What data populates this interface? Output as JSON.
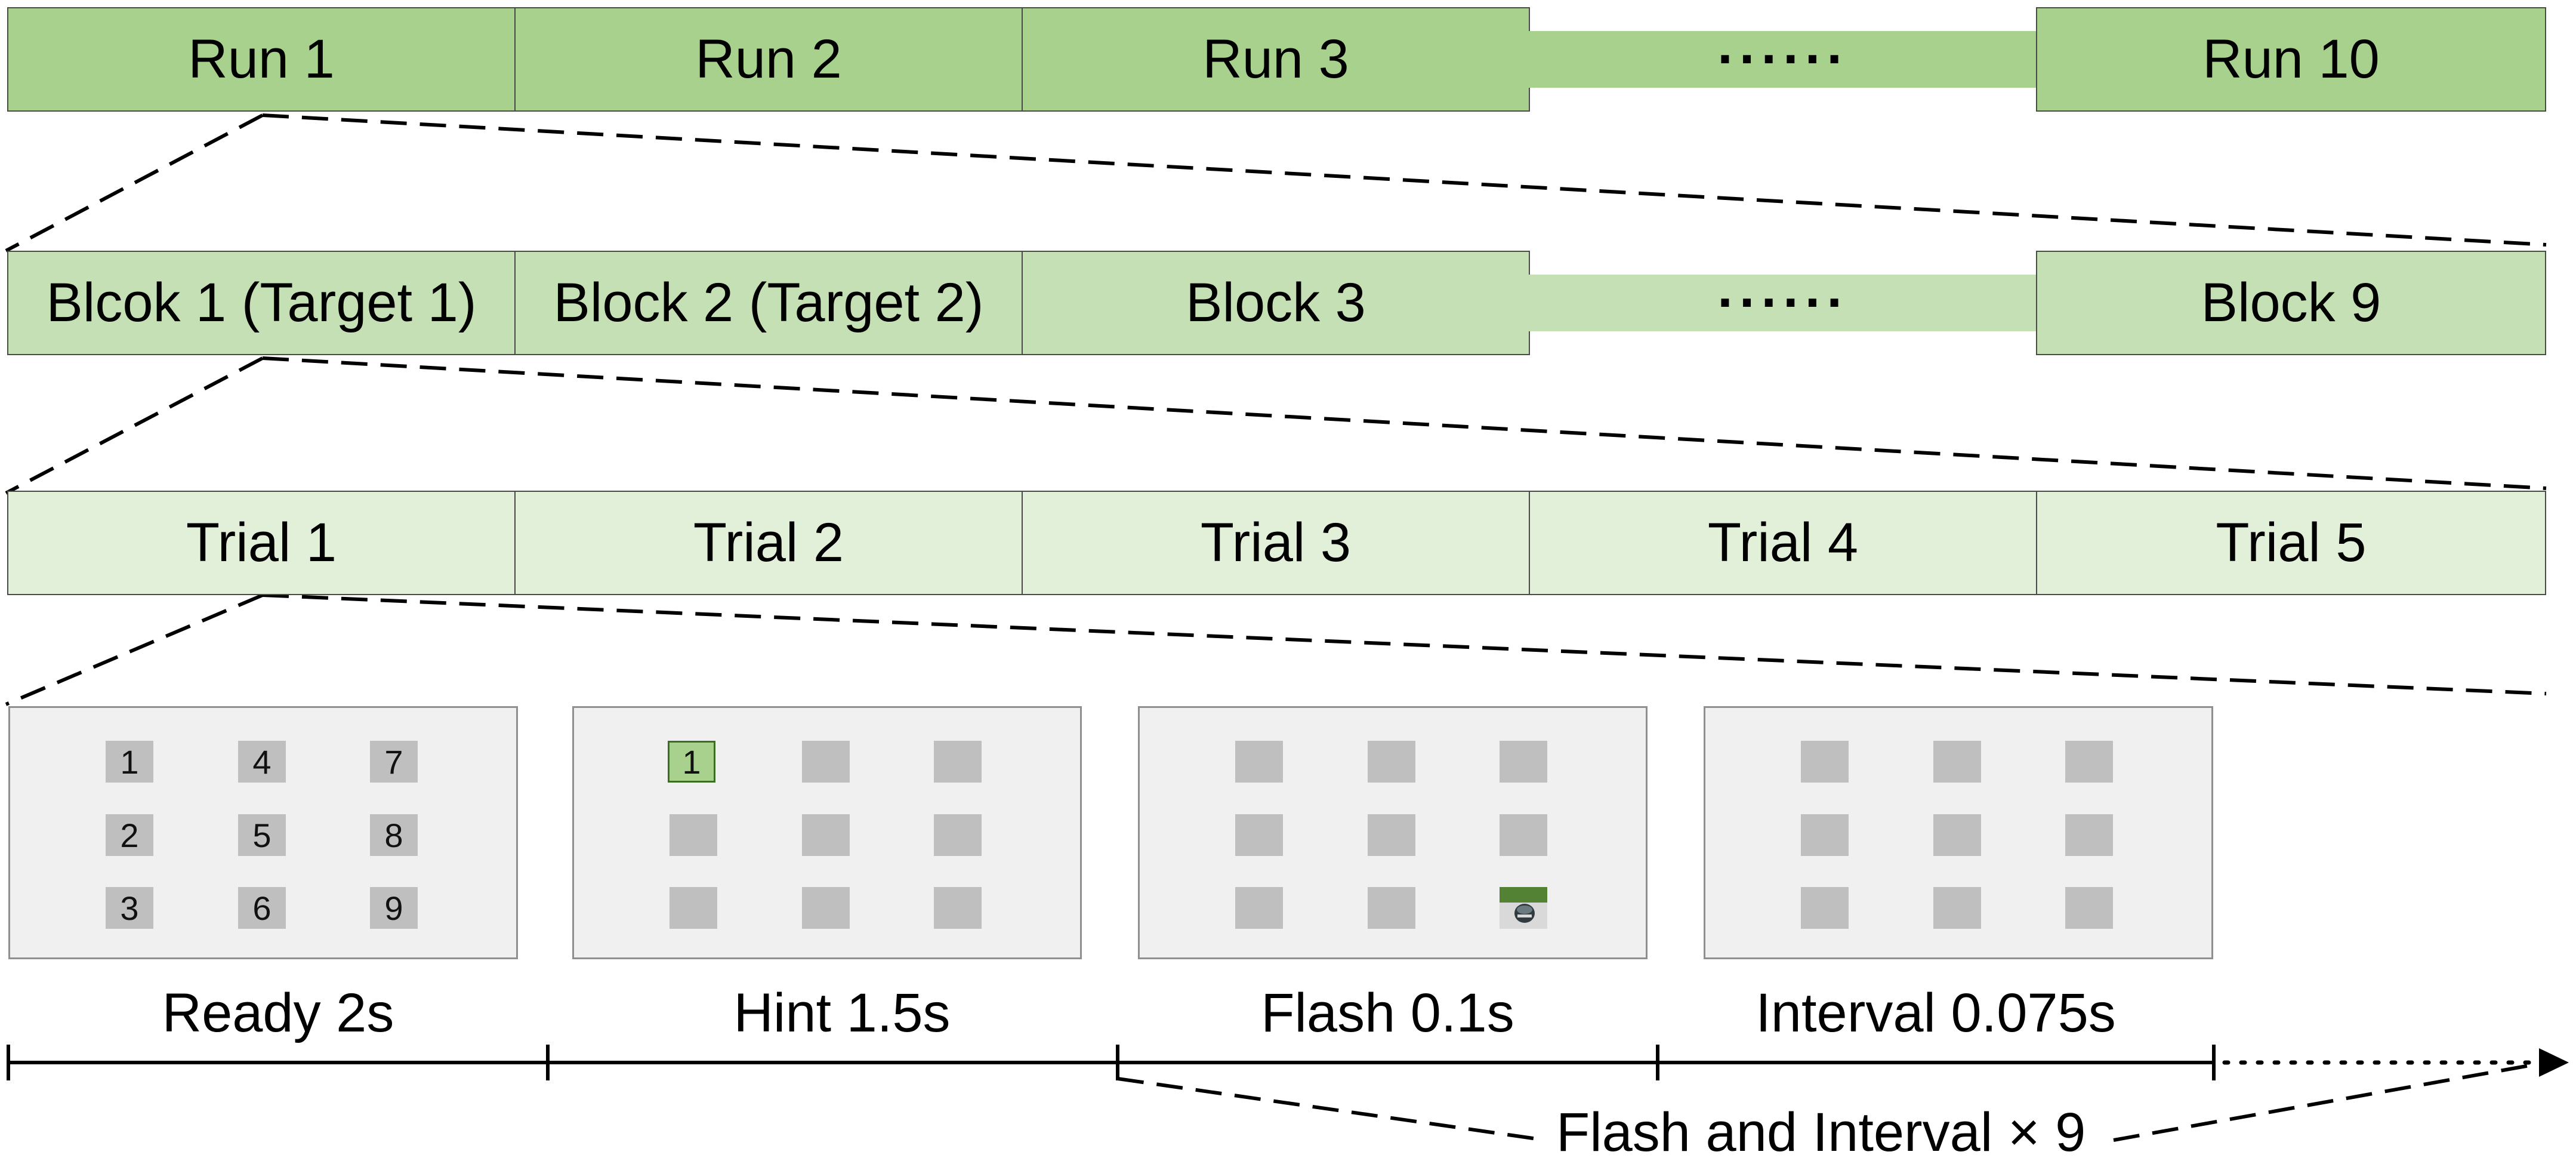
{
  "runs": [
    "Run 1",
    "Run 2",
    "Run 3",
    "Run 10"
  ],
  "runs_ellipsis": "······",
  "blocks": [
    "Blcok 1 (Target 1)",
    "Block 2 (Target 2)",
    "Block 3",
    "Block 9"
  ],
  "blocks_ellipsis": "······",
  "trials": [
    "Trial 1",
    "Trial 2",
    "Trial 3",
    "Trial 4",
    "Trial 5"
  ],
  "ready_keys": [
    "1",
    "4",
    "7",
    "2",
    "5",
    "8",
    "3",
    "6",
    "9"
  ],
  "hint_key": "1",
  "phases": [
    "Ready 2s",
    "Hint 1.5s",
    "Flash 0.1s",
    "Interval 0.075s"
  ],
  "repeat_label": "Flash and Interval × 9",
  "colors": {
    "run_fill": "#a9d18e",
    "block_fill": "#c5e0b4",
    "trial_fill": "#e2f0d9",
    "screen_fill": "#f0f0f0",
    "key_fill": "#bfbfbf",
    "flash_green": "#548235"
  }
}
